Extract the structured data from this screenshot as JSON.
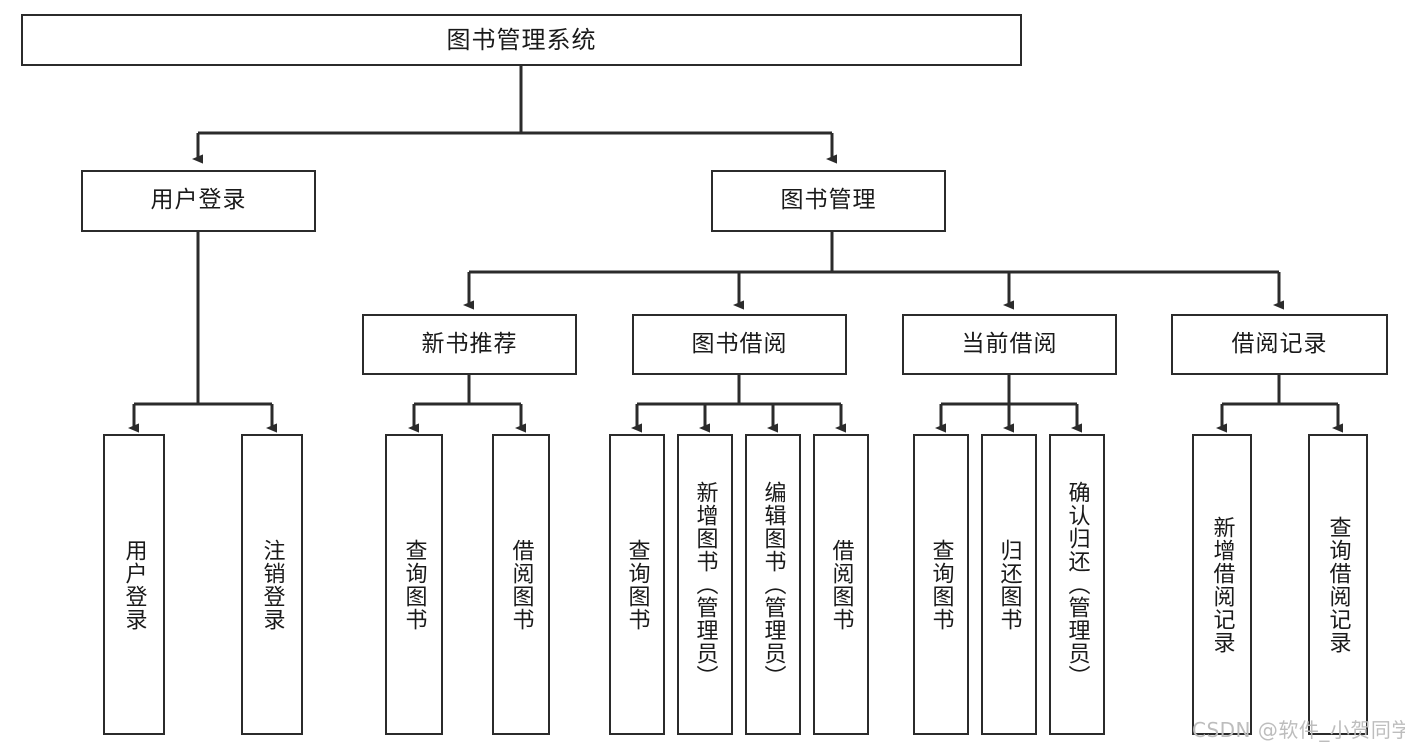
{
  "diagram": {
    "title": "图书管理系统",
    "watermark": "CSDN @软件_小贺同学",
    "line_color": "#2b2b2b",
    "box_fill": "#ffffff",
    "text_color": "#1a1a1a",
    "watermark_color": "#bdbdbd",
    "root": {
      "label": "图书管理系统"
    },
    "level1": [
      {
        "label": "用户登录"
      },
      {
        "label": "图书管理"
      }
    ],
    "level2": [
      {
        "label": "新书推荐"
      },
      {
        "label": "图书借阅"
      },
      {
        "label": "当前借阅"
      },
      {
        "label": "借阅记录"
      }
    ],
    "leaves": {
      "user_login": [
        {
          "label": "用户登录"
        },
        {
          "label": "注销登录"
        }
      ],
      "new_book_recommend": [
        {
          "label": "查询图书"
        },
        {
          "label": "借阅图书"
        }
      ],
      "book_borrow": [
        {
          "label": "查询图书"
        },
        {
          "label": "新增图书（管理员）"
        },
        {
          "label": "编辑图书（管理员）"
        },
        {
          "label": "借阅图书"
        }
      ],
      "current_borrow": [
        {
          "label": "查询图书"
        },
        {
          "label": "归还图书"
        },
        {
          "label": "确认归还（管理员）"
        }
      ],
      "borrow_record": [
        {
          "label": "新增借阅记录"
        },
        {
          "label": "查询借阅记录"
        }
      ]
    }
  }
}
